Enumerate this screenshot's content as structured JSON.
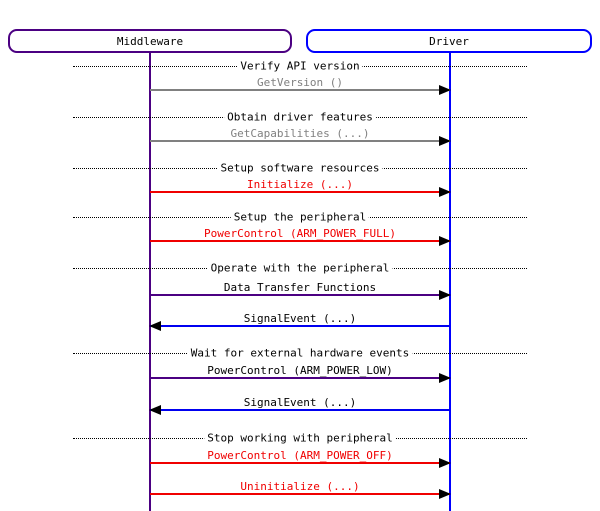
{
  "diagram": {
    "type": "sequence-chart",
    "actors": [
      {
        "label": "Middleware",
        "color": "#4B0082"
      },
      {
        "label": "Driver",
        "color": "#0000FF"
      }
    ],
    "colors": {
      "separator_text": "#000000",
      "optional_call": "#808080",
      "power_call": "#F00000",
      "data_call": "#4B0082",
      "event_call": "#0000F0"
    },
    "rows": [
      {
        "kind": "separator",
        "label": "Verify API version"
      },
      {
        "kind": "message",
        "label": "GetVersion ()",
        "from": "Middleware",
        "to": "Driver",
        "arrow_color": "#808080",
        "text_color": "#808080"
      },
      {
        "kind": "separator",
        "label": "Obtain driver features"
      },
      {
        "kind": "message",
        "label": "GetCapabilities (...)",
        "from": "Middleware",
        "to": "Driver",
        "arrow_color": "#808080",
        "text_color": "#808080"
      },
      {
        "kind": "separator",
        "label": "Setup software resources"
      },
      {
        "kind": "message",
        "label": "Initialize (...)",
        "from": "Middleware",
        "to": "Driver",
        "arrow_color": "#F00000",
        "text_color": "#F00000"
      },
      {
        "kind": "separator",
        "label": "Setup the peripheral"
      },
      {
        "kind": "message",
        "label": "PowerControl (ARM_POWER_FULL)",
        "from": "Middleware",
        "to": "Driver",
        "arrow_color": "#F00000",
        "text_color": "#F00000"
      },
      {
        "kind": "separator",
        "label": "Operate with the peripheral"
      },
      {
        "kind": "message",
        "label": "Data Transfer Functions",
        "from": "Middleware",
        "to": "Driver",
        "arrow_color": "#4B0082",
        "text_color": "#000000"
      },
      {
        "kind": "message",
        "label": "SignalEvent (...)",
        "from": "Driver",
        "to": "Middleware",
        "arrow_color": "#0000F0",
        "text_color": "#000000"
      },
      {
        "kind": "separator",
        "label": "Wait for external hardware events"
      },
      {
        "kind": "message",
        "label": "PowerControl (ARM_POWER_LOW)",
        "from": "Middleware",
        "to": "Driver",
        "arrow_color": "#4B0082",
        "text_color": "#000000"
      },
      {
        "kind": "message",
        "label": "SignalEvent (...)",
        "from": "Driver",
        "to": "Middleware",
        "arrow_color": "#0000F0",
        "text_color": "#000000"
      },
      {
        "kind": "separator",
        "label": "Stop working with peripheral"
      },
      {
        "kind": "message",
        "label": "PowerControl (ARM_POWER_OFF)",
        "from": "Middleware",
        "to": "Driver",
        "arrow_color": "#F00000",
        "text_color": "#F00000"
      },
      {
        "kind": "message",
        "label": "Uninitialize (...)",
        "from": "Middleware",
        "to": "Driver",
        "arrow_color": "#F00000",
        "text_color": "#F00000"
      }
    ]
  }
}
